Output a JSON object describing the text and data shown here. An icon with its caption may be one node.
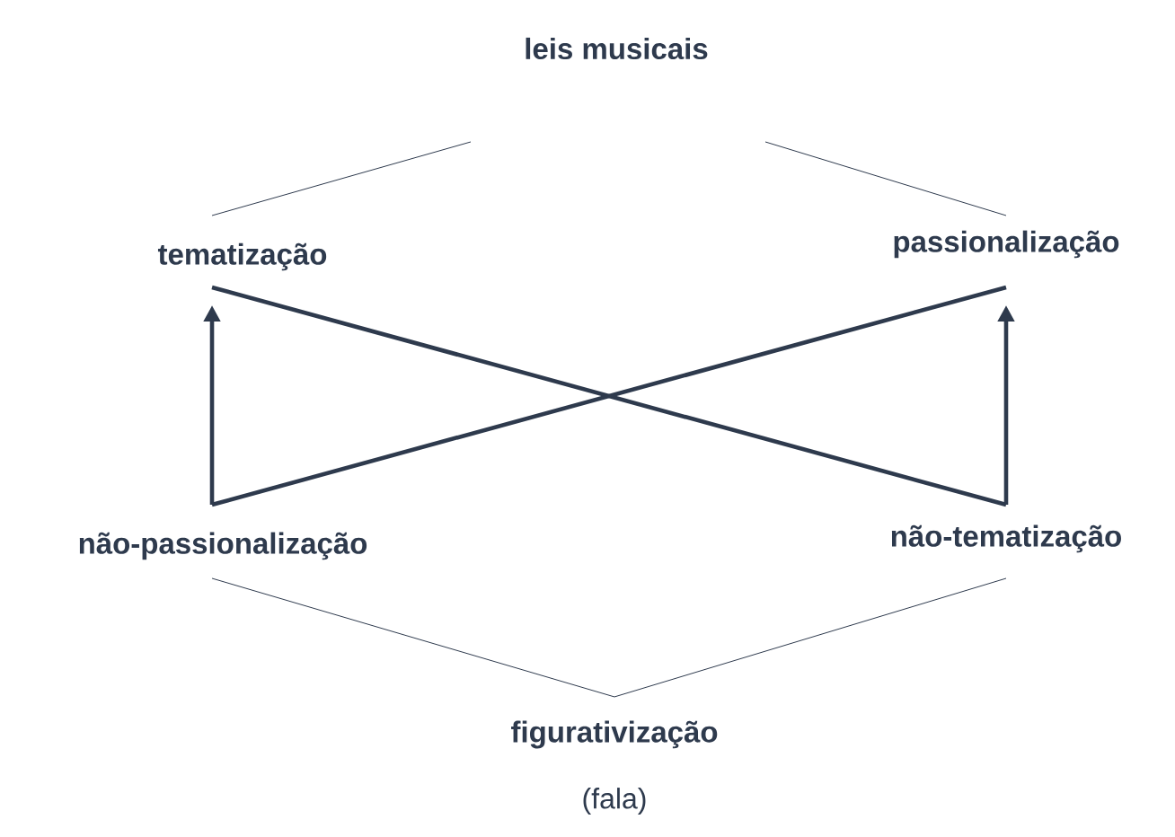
{
  "diagram": {
    "nodes": [
      {
        "text": [
          "leis musicais"
        ]
      },
      {
        "text": [
          "tematização"
        ]
      },
      {
        "text": [
          "passionalização"
        ]
      },
      {
        "text": [
          "não-passionalização"
        ]
      },
      {
        "text": [
          "não-tematização"
        ]
      },
      {
        "text": [
          "figurativização"
        ],
        "beside": [
          "(fala)"
        ]
      }
    ],
    "edges": [
      {
        "from": 0,
        "to": 1,
        "arrow": "none"
      },
      {
        "from": 0,
        "to": 2,
        "arrow": "none"
      },
      {
        "from": 1,
        "to": 4,
        "arrow": "none",
        "style": "thick"
      },
      {
        "from": 4,
        "to": 2,
        "arrow": "to",
        "style": "thick"
      },
      {
        "from": 2,
        "to": 3,
        "arrow": "none",
        "style": "thick"
      },
      {
        "from": 3,
        "to": 1,
        "arrow": "to",
        "style": "thick"
      },
      {
        "from": 3,
        "to": 5,
        "arrow": "none"
      },
      {
        "from": 4,
        "to": 5,
        "arrow": "none"
      }
    ]
  }
}
